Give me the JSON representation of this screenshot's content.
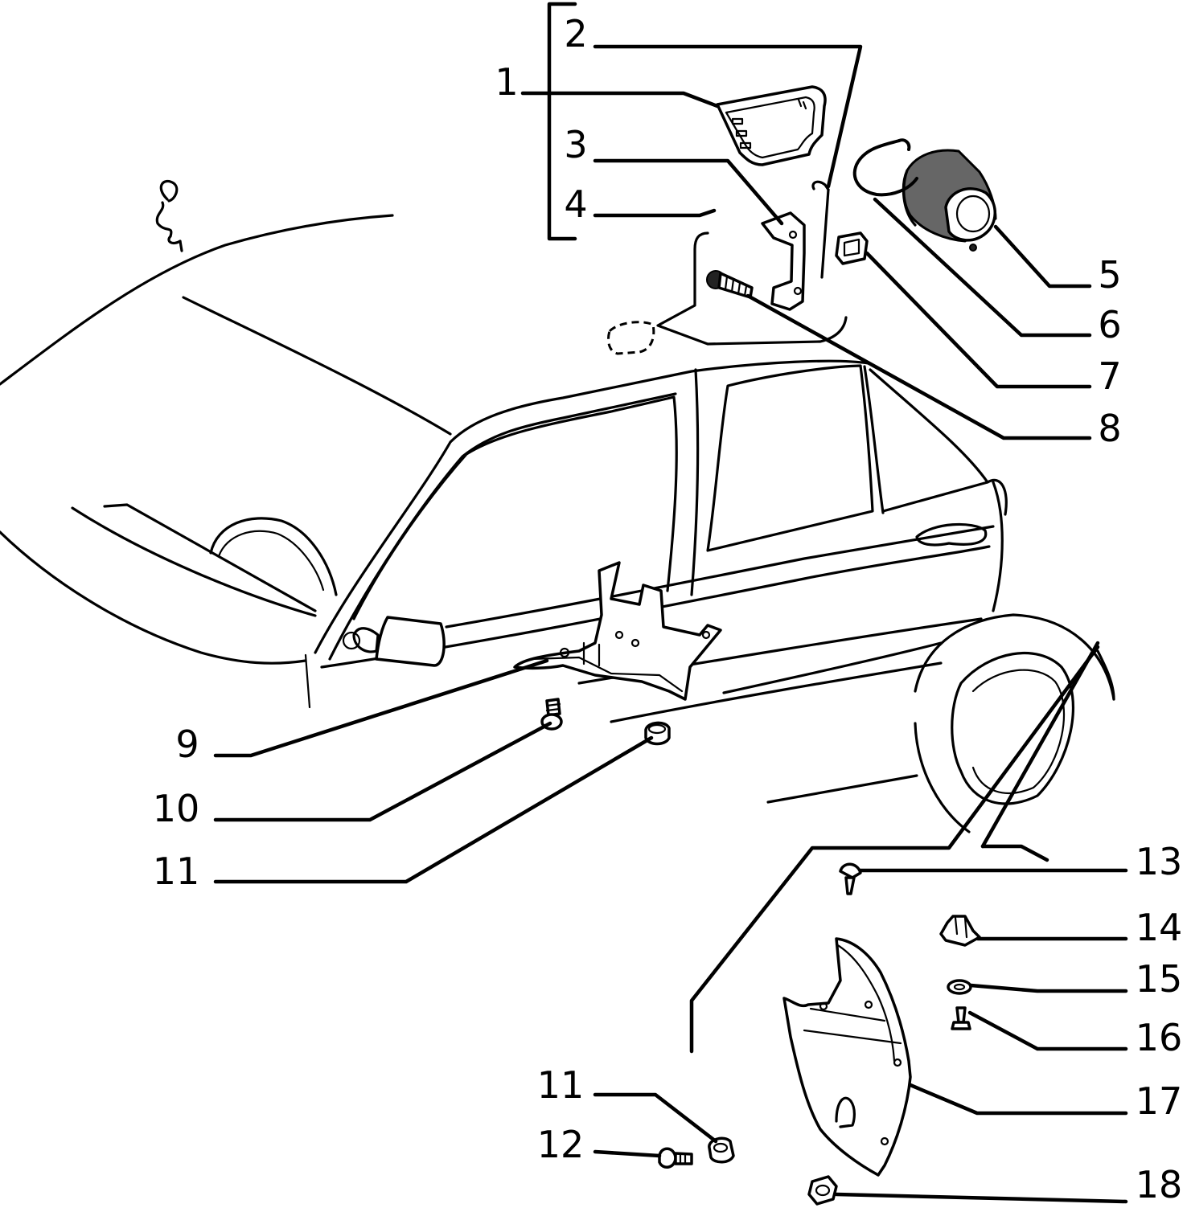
{
  "callouts": {
    "c1": "1",
    "c2": "2",
    "c3": "3",
    "c4": "4",
    "c5": "5",
    "c6": "6",
    "c7": "7",
    "c8": "8",
    "c9": "9",
    "c10": "10",
    "c11a": "11",
    "c11b": "11",
    "c12": "12",
    "c13": "13",
    "c14": "14",
    "c15": "15",
    "c16": "16",
    "c17": "17",
    "c18": "18"
  },
  "icons": {
    "car": "car-body-outline-icon",
    "fuel_flap": "fuel-filler-flap-icon",
    "spring": "spring-icon",
    "hinge": "hinge-bracket-icon",
    "rod": "rod-icon",
    "filler_neck": "filler-neck-icon",
    "clip_ring": "clip-ring-icon",
    "retainer": "retainer-clip-icon",
    "screw": "screw-icon",
    "mudguard_bracket": "mudguard-bracket-icon",
    "wheel_arch_liner": "wheel-arch-liner-icon",
    "nut": "nut-icon"
  }
}
